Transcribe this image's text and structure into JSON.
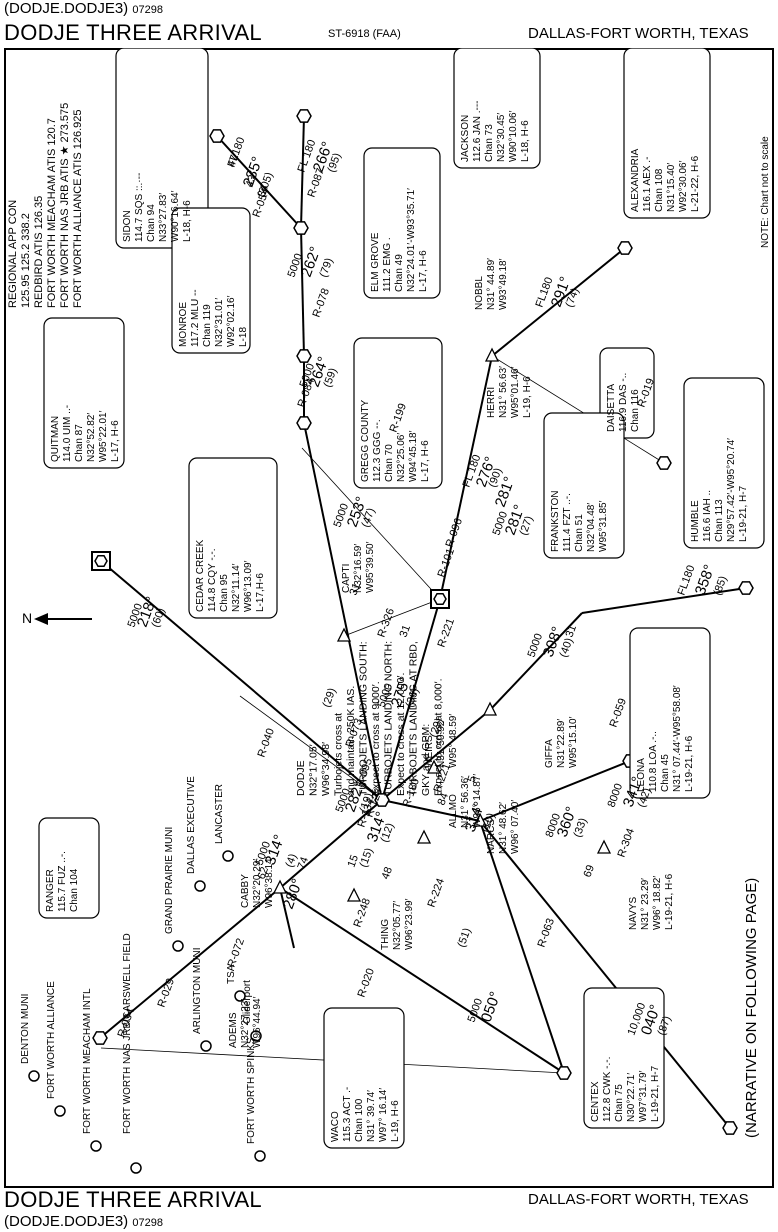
{
  "header": {
    "code_top": "(DODJE.DODJE3)",
    "date_top": "07298",
    "title": "DODJE THREE ARRIVAL",
    "chart_no": "ST-6918 (FAA)",
    "location": "DALLAS-FORT WORTH, TEXAS"
  },
  "footer": {
    "title": "DODJE THREE ARRIVAL",
    "location": "DALLAS-FORT WORTH, TEXAS",
    "code_bottom": "(DODJE.DODJE3)",
    "date_bottom": "07298"
  },
  "comms": [
    "REGIONAL APP CON",
    "125.95  125.2  338.2",
    "REDBIRD ATIS 126.35",
    "FORT WORTH MEACHAM ATIS 120.7",
    "FORT WORTH NAS JRB ATIS ★ 273.575",
    "FORT WORTH ALLIANCE ATIS 126.925"
  ],
  "note": "NOTE: Chart not to scale",
  "narrative": "(NARRATIVE ON FOLLOWING PAGE)",
  "navaids": [
    {
      "id": "sidon",
      "lines": [
        "SIDON",
        "114.7 SQS ::.·--",
        "Chan 94",
        "N33°27.83′",
        "W90°16.64′",
        "L-18, H-6"
      ]
    },
    {
      "id": "jackson",
      "lines": [
        "JACKSON",
        "112.6 JAN .---",
        "Chan 73",
        "N32°30.45′",
        "W90°10.06′",
        "L-18, H-6"
      ]
    },
    {
      "id": "alexandria",
      "lines": [
        "ALEXANDRIA",
        "116.1 AEX .-",
        "Chan 108",
        "N31°15.40′",
        "W92°30.06′",
        "L-21-22, H-6"
      ]
    },
    {
      "id": "monroe",
      "lines": [
        "MONROE",
        "117.2 MLU --",
        "Chan 119",
        "N32°31.01′",
        "W92°02.16′",
        "L-18"
      ]
    },
    {
      "id": "elmgrove",
      "lines": [
        "ELM GROVE",
        "111.2 EMG .",
        "Chan 49",
        "N32°24.01′-W93°35.71′",
        "L-17, H-6"
      ]
    },
    {
      "id": "quitman",
      "lines": [
        "QUITMAN",
        "114.0 UIM ..-",
        "Chan 87",
        "N32°52.82′",
        "W95°22.01′",
        "L-17, H-6"
      ]
    },
    {
      "id": "gregg",
      "lines": [
        "GREGG COUNTY",
        "112.3 GGG --.",
        "Chan 70",
        "N32°25.06′",
        "W94°45.18′",
        "L-17, H-6"
      ]
    },
    {
      "id": "daisetta",
      "lines": [
        "DAISETTA",
        "116.9 DAS -..",
        "Chan 116"
      ]
    },
    {
      "id": "humble",
      "lines": [
        "HUMBLE",
        "116.6 IAH ..",
        "Chan 113",
        "N29°57.42′-W95°20.74′",
        "L-19-21, H-7"
      ]
    },
    {
      "id": "cedarcreek",
      "lines": [
        "CEDAR CREEK",
        "114.8 CQY -.-.",
        "Chan 95",
        "N32°11.14′",
        "W96°13.09′",
        "L-17,H-6"
      ]
    },
    {
      "id": "frankston",
      "lines": [
        "FRANKSTON",
        "111.4 FZT ..-.",
        "Chan 51",
        "N32°04.48′",
        "W95°31.85′"
      ]
    },
    {
      "id": "leona",
      "lines": [
        "LEONA",
        "110.8 LOA .-..",
        "Chan 45",
        "N31° 07.44′-W95°58.08′",
        "L-19-21, H-6"
      ]
    },
    {
      "id": "ranger",
      "lines": [
        "RANGER",
        "115.7 FUZ ..-.",
        "Chan 104"
      ]
    },
    {
      "id": "waco",
      "lines": [
        "WACO",
        "115.3 ACT .-",
        "Chan 100",
        "N31° 39.74′",
        "W97° 16.14′",
        "L-19, H-6"
      ]
    },
    {
      "id": "centex",
      "lines": [
        "CENTEX",
        "112.8 CWK -.-.",
        "Chan 75",
        "N30°22.71′",
        "W97°31.79′",
        "L-19-21, H-7"
      ]
    }
  ],
  "dodje_text": [
    "DODJE",
    "N32°17.05′",
    "W96°34.98′",
    "Turbojets cross at",
    "and maintain 250K IAS.",
    "TURBOJETS LANDING SOUTH:",
    "Expect to cross at 9000′.",
    "TURBOJETS LANDING NORTH:",
    "Expect to cross at 12,000′.",
    "TURBOJETS LANDING AT RBD,",
    "GKY and GPM:",
    "Expect to cross at 8,000′."
  ],
  "fixes": [
    {
      "id": "nobbl",
      "lines": [
        "NOBBL",
        "N31° 44.89′",
        "W93°49.18′"
      ]
    },
    {
      "id": "herri",
      "lines": [
        "HERRI",
        "N31° 56.63′",
        "W95°01.46′",
        "L-19, H-6"
      ]
    },
    {
      "id": "capti",
      "lines": [
        "CAPTI",
        "N32°16.59′",
        "W95°39.50′"
      ]
    },
    {
      "id": "weirs",
      "lines": [
        "WEIRS",
        "N31°50.92′",
        "W95° 48.59′"
      ]
    },
    {
      "id": "giffa",
      "lines": [
        "GIFFA",
        "N31°22.89′",
        "W95°15.10′"
      ]
    },
    {
      "id": "allmo",
      "lines": [
        "ALLMO",
        "N31° 56.36′",
        "W96° 14.87′"
      ]
    },
    {
      "id": "narcs",
      "lines": [
        "NARCS",
        "N31° 48.62′",
        "W96° 07.40′"
      ]
    },
    {
      "id": "navys",
      "lines": [
        "NAVYS",
        "N31° 23.29′",
        "W96° 18.82′",
        "L-19-21, H-6"
      ]
    },
    {
      "id": "thing",
      "lines": [
        "THING",
        "N32°05.77′",
        "W96°23.99′"
      ]
    },
    {
      "id": "cabby",
      "lines": [
        "CABBY",
        "N32°20.29′",
        "W96°38.14′"
      ]
    },
    {
      "id": "adems",
      "lines": [
        "ADEMS",
        "N32°27.23′",
        "W96°44.94′"
      ]
    }
  ],
  "airports": [
    "DENTON MUNI",
    "FORT WORTH ALLIANCE",
    "FORT WORTH MEACHAM INTL",
    "FORT WORTH NAS JRB/CARSWELL FIELD",
    "FORT WORTH SPINKS",
    "ARLINGTON MUNI",
    "GRAND PRAIRIE MUNI",
    "DALLAS EXECUTIVE",
    "LANCASTER",
    "TSA",
    "Gliderport"
  ],
  "route_labels": [
    "FL180",
    "235°",
    "(205)",
    "FL 180",
    "266°",
    "(95)",
    "R-054",
    "R-087",
    "5000",
    "262°",
    "(79)",
    "R-078",
    "5000",
    "264°",
    "(59)",
    "R-084",
    "FL180",
    "291°",
    "(74)",
    "R-019",
    "R-199",
    "FL 180",
    "276°",
    "(90)",
    "281°",
    "5000",
    "281°",
    "(27)",
    "R-096",
    "R-101",
    "R-326",
    "5000",
    "253°",
    "(47)",
    "5000",
    "218°",
    "(60)",
    "FL180",
    "358°",
    "(85)",
    "5000",
    "308°",
    "(40)",
    "R-059",
    "R-221",
    "5000",
    "275°",
    "(36)",
    "(29)",
    "(29)",
    "R-073",
    "R-095",
    "R-128",
    "R-040",
    "R-180",
    "8000",
    "341°",
    "(42)",
    "R-304",
    "8000",
    "360°",
    "(33)",
    "314°",
    "(10)",
    "R-221",
    "5000",
    "282°",
    "(19)",
    "314°",
    "(12)",
    "(15)",
    "5000",
    "314°",
    "(4)",
    "280°",
    "10,000",
    "040°",
    "(87)",
    "5000",
    "050°",
    "(51)",
    "R-063",
    "R-072",
    "R-029",
    "R-020",
    "R-034",
    "R-134",
    "R-224",
    "R-248",
    "31",
    "31",
    "31",
    "5",
    "69",
    "84",
    "48",
    "15",
    "74",
    "62",
    "47",
    "43",
    "34"
  ]
}
